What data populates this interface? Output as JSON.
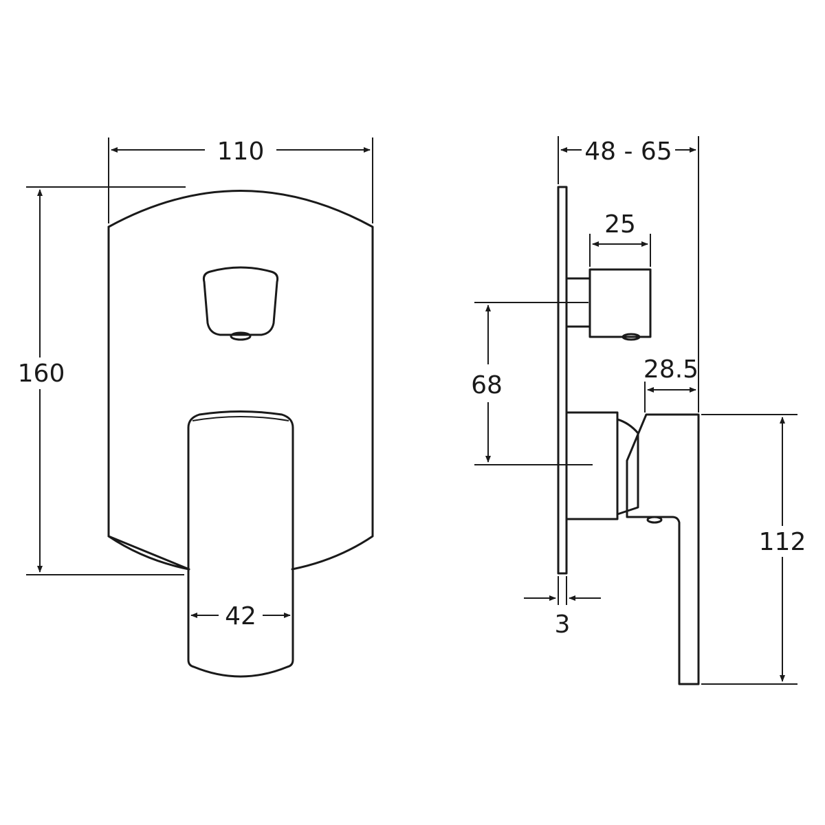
{
  "front_view": {
    "dimensions": {
      "overall_width": "110",
      "overall_height": "160",
      "handle_width": "42"
    }
  },
  "side_view": {
    "dimensions": {
      "projection": "48 - 65",
      "diverter_depth": "25",
      "center_spacing": "68",
      "handle_depth": "28.5",
      "handle_height": "112",
      "plate_thickness": "3"
    }
  }
}
